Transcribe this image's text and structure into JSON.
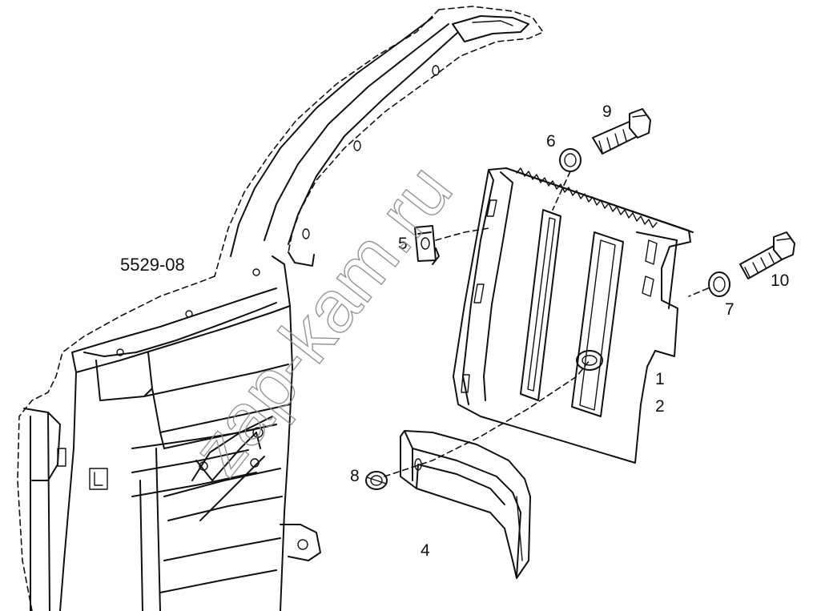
{
  "diagram": {
    "assembly_number": "5529-08",
    "watermark": "zap-kam.ru",
    "callouts": {
      "item_1": "1",
      "item_2": "2",
      "item_4": "4",
      "item_5": "5",
      "item_6": "6",
      "item_7": "7",
      "item_8": "8",
      "item_9": "9",
      "item_10": "10"
    }
  }
}
